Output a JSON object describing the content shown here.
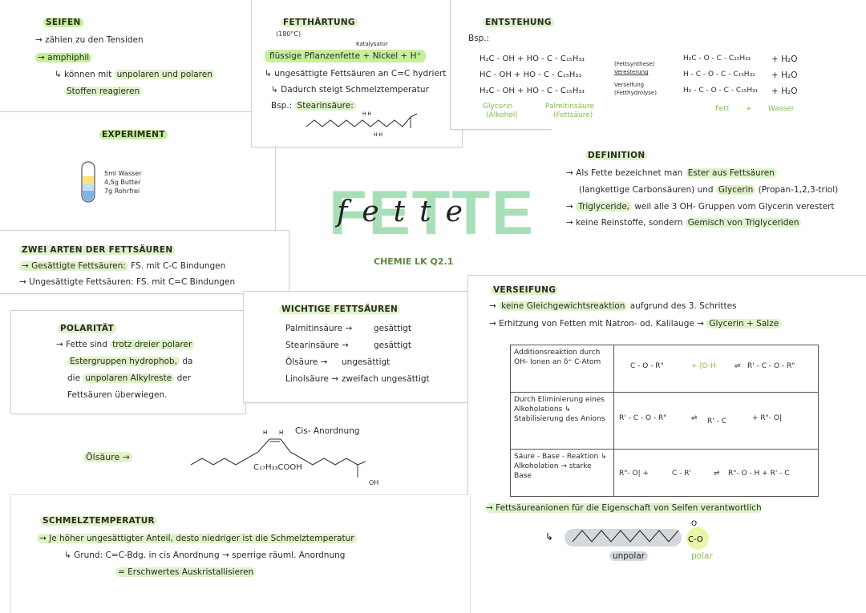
{
  "seifen": {
    "title": "SEIFEN",
    "line1": "→ zählen zu den Tensiden",
    "line2": "amphiphil",
    "line3a": "↳ können mit",
    "line3b": "unpolaren und polaren",
    "line4": "Stoffen reagieren"
  },
  "fetthaertung": {
    "title": "FETTHÄRTUNG",
    "temp": "(180°C)",
    "catalyst": "Katalysator",
    "line1": "flüssige Pflanzenfette + Nickel + H⁺",
    "line2": "↳ ungesättigte Fettsäuren an C=C hydriert",
    "line3": "↳ Dadurch steigt Schmelztemperatur",
    "line4a": "Bsp.:",
    "line4b": "Stearinsäure:"
  },
  "entstehung": {
    "title": "ENTSTEHUNG",
    "bsp": "Bsp.:",
    "r1": "H₂C - OH  +  HO - C - C₁₅H₃₁",
    "r2": "HC - OH  +  HO - C - C₁₅H₃₁",
    "r3": "H₂C - OH  +  HO - C - C₁₅H₃₁",
    "mid1": "(Fettsynthese)",
    "mid2": "Veresterung",
    "mid3": "Verseifung",
    "mid4": "(Fetthydrolyse)",
    "p1": "H₂C - O - C - C₁₅H₃₁",
    "p2": "H - C - O - C - C₁₅H₃₁",
    "p3": "H₂ - C - O - C - C₁₅H₃₁",
    "w1": "+ H₂O",
    "w2": "+ H₂O",
    "w3": "+ H₂O",
    "glycerin": "Glycerin",
    "alkohol": "(Alkohol)",
    "palmitin": "Palmitinsäure",
    "fettsaeure": "(Fettsäure)",
    "fett": "Fett",
    "plus": "+",
    "wasser": "Wasser"
  },
  "experiment": {
    "title": "EXPERIMENT",
    "i1": "5ml Wasser",
    "i2": "4,5g Butter",
    "i3": "7g Rohrfrei"
  },
  "center": {
    "big": "FETTE",
    "script": "fette",
    "sub": "CHEMIE LK Q2.1"
  },
  "definition": {
    "title": "DEFINITION",
    "l1a": "→ Als Fette bezeichnet man",
    "l1b": "Ester aus Fettsäuren",
    "l2a": "(langkettige Carbonsäuren) und",
    "l2b": "Glycerin",
    "l2c": "(Propan-1,2,3-triol)",
    "l3a": "→",
    "l3b": "Triglyceride,",
    "l3c": "weil alle 3 OH- Gruppen vom Glycerin verestert",
    "l4a": "→ keine Reinstoffe, sondern",
    "l4b": "Gemisch von Triglyceriden"
  },
  "zweiarten": {
    "title": "ZWEI ARTEN DER FETTSÄUREN",
    "l1a": "→ Gesättigte Fettsäuren:",
    "l1b": "FS. mit C-C Bindungen",
    "l2a": "→ Ungesättigte Fettsäuren:",
    "l2b": "FS. mit C=C Bindungen"
  },
  "polaritaet": {
    "title": "POLARITÄT",
    "l1a": "→ Fette sind",
    "l1b": "trotz dreier polarer",
    "l2a": "Estergruppen hydrophob,",
    "l2b": "da",
    "l3a": "die",
    "l3b": "unpolaren Alkylreste",
    "l3c": "der",
    "l4": "Fettsäuren überwiegen."
  },
  "wichtige": {
    "title": "WICHTIGE FETTSÄUREN",
    "rows": [
      {
        "name": "Palmitinsäure →",
        "type": "gesättigt"
      },
      {
        "name": "Stearinsäure →",
        "type": "gesättigt"
      },
      {
        "name": "Ölsäure →",
        "type": "ungesättigt"
      },
      {
        "name": "Linolsäure →",
        "type": "zweifach ungesättigt"
      }
    ]
  },
  "verseifung": {
    "title": "VERSEIFUNG",
    "l1a": "→",
    "l1b": "keine Gleichgewichtsreaktion",
    "l1c": "aufgrund des 3. Schrittes",
    "l2a": "→ Erhitzung von Fetten mit Natron- od. Kalilauge →",
    "l2b": "Glycerin + Salze",
    "steps": [
      {
        "text": "Additionsreaktion durch OH- Ionen an δ⁺ C-Atom"
      },
      {
        "text": "Durch Eliminierung eines Alkoholations ↳ Stabilisierung des Anions"
      },
      {
        "text": "Säure - Base - Reaktion ↳ Alkoholation → starke Base"
      }
    ],
    "chem1l": "C - O - R\"",
    "chem1m": "+ |O-H",
    "chem1r": "R' - C - O - R\"",
    "chem2l": "R' - C - O - R\"",
    "chem2r": "R' - C",
    "chem2r2": "+ R\"- O|",
    "chem3l": "R\"- O|  +",
    "chem3m": "C - R'",
    "chem3r": "R\"- O - H + R' - C",
    "bottom": "→ Fettsäureanionen für die Eigenschaft von Seifen verantwortlich",
    "unpolar": "unpolar",
    "polar": "polar"
  },
  "oelsaeure": {
    "label": "Ölsäure →",
    "cis": "Cis- Anordnung",
    "formula": "C₁₇H₃₃COOH",
    "oh": "OH"
  },
  "schmelz": {
    "title": "SCHMELZTEMPERATUR",
    "l1": "→ Je höher ungesättigter Anteil, desto niedriger ist die Schmelztemperatur",
    "l2": "↳ Grund: C=C-Bdg. in cis Anordnung → sperrige räuml. Anordnung",
    "l3": "= Erschwertes Auskristallisieren"
  }
}
